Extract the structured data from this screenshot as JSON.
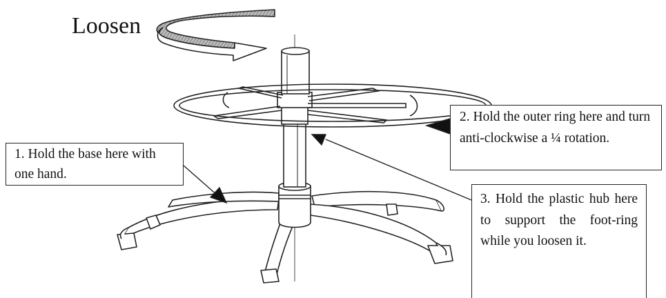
{
  "labels": {
    "loosen": "Loosen"
  },
  "callouts": {
    "base": "1. Hold the base here with one hand.",
    "ring": "2. Hold the outer ring here and turn anti-clockwise a ¼ rotation.",
    "hub": "3. Hold the plastic hub here to support the foot-ring while you loosen it."
  },
  "colors": {
    "line": "#222222",
    "arrow_band": "#9a9a9a",
    "background": "#ffffff"
  }
}
